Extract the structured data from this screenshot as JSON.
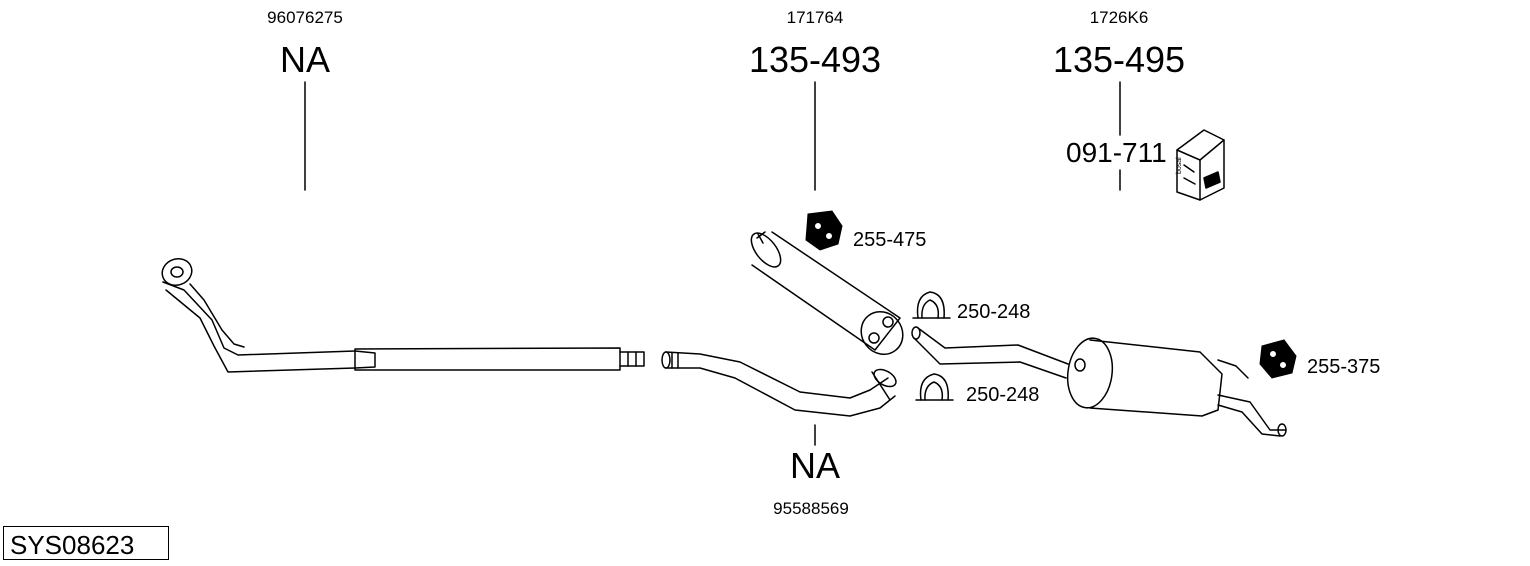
{
  "system_code": "SYS08623",
  "columns": [
    {
      "ref": "96076275",
      "part": "NA"
    },
    {
      "ref": "171764",
      "part": "135-493"
    },
    {
      "ref": "1726K6",
      "part": "135-495"
    }
  ],
  "fitting_kit": {
    "part": "091-711",
    "icon": "bosal-box-icon",
    "brand_text": "bosal"
  },
  "lower": {
    "part": "NA",
    "ref": "95588569"
  },
  "accessories": [
    {
      "part": "255-475",
      "icon": "rubber-mount-icon"
    },
    {
      "part": "250-248",
      "icon": "pipe-clamp-icon"
    },
    {
      "part": "250-248",
      "icon": "pipe-clamp-icon"
    },
    {
      "part": "255-375",
      "icon": "rubber-mount-icon"
    }
  ]
}
